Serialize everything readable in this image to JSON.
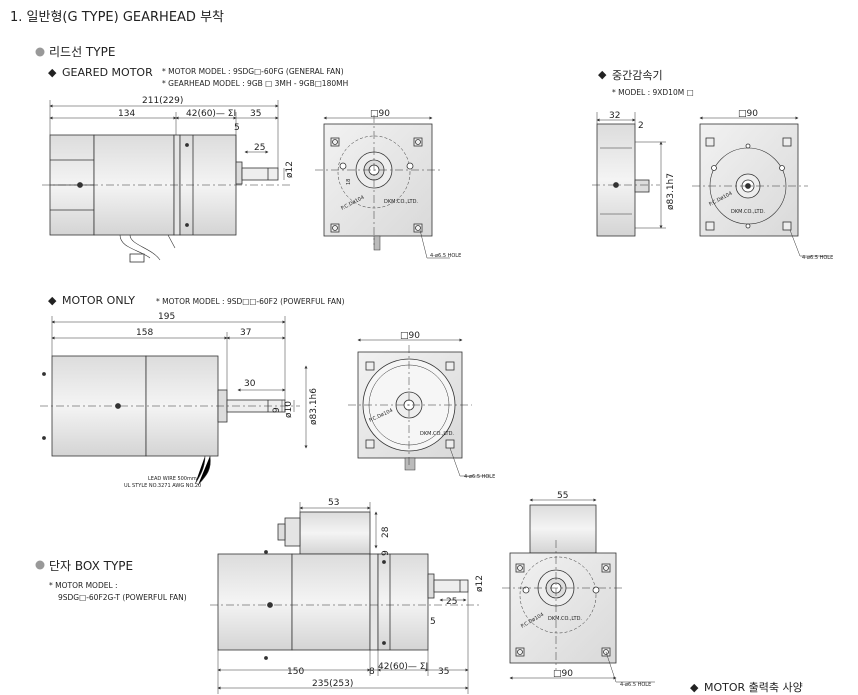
{
  "title": "1. 일반형(G TYPE) GEARHEAD 부착",
  "sections": {
    "lead_wire_type": "리드선 TYPE",
    "terminal_box_type": "단자 BOX TYPE",
    "motor_shaft_spec": "MOTOR 출력축 사양"
  },
  "geared_motor": {
    "label": "GEARED MOTOR",
    "motor_model": "* MOTOR MODEL : 9SDG□-60FG (GENERAL FAN)",
    "gearhead_model": "* GEARHEAD MODEL : 9GB □ 3MH - 9GB□180MH",
    "dims": {
      "total": "211(229)",
      "body": "134",
      "gear": "42(60)— ΣⅠ",
      "shaft": "35",
      "flange_gap": "5",
      "key": "25",
      "shaft_dia": "ø12",
      "key_h": "18",
      "square": "□90",
      "pcd": "P.C.Dø104",
      "hole": "4-ø6.5 HOLE"
    }
  },
  "intermediate_gear": {
    "label": "중간감속기",
    "model": "* MODEL : 9XD10M □",
    "dims": {
      "length": "32",
      "gap": "2",
      "pilot": "ø83.1h7",
      "square": "□90",
      "pcd": "P.C.Dø104",
      "hole": "4-ø6.5 HOLE"
    }
  },
  "motor_only": {
    "label": "MOTOR ONLY",
    "motor_model": "* MOTOR MODEL : 9SD□□-60F2 (POWERFUL FAN)",
    "dims": {
      "total": "195",
      "body": "158",
      "shaft_len": "37",
      "key": "30",
      "key_h": "9",
      "shaft_dia": "ø10",
      "pilot": "ø83.1h6",
      "square": "□90",
      "pcd": "P.C.Dø104",
      "hole": "4-ø6.5 HOLE"
    },
    "lead_note_1": "LEAD WIRE 500mm",
    "lead_note_2": "UL STYLE NO.3271 AWG NO.20"
  },
  "terminal_box": {
    "motor_model_label": "* MOTOR MODEL :",
    "motor_model": "9SDG□-60F2G-T (POWERFUL FAN)",
    "dims": {
      "box_w": "53",
      "box_h": "28",
      "box_gap": "9",
      "shaft_dia": "ø12",
      "key": "25",
      "flange_gap": "5",
      "body": "150",
      "spacer": "8",
      "gear": "42(60)— ΣⅠ",
      "shaft": "35",
      "total": "235(253)",
      "front_box": "55",
      "square": "□90",
      "pcd": "P.C.Dø104",
      "hole": "4-ø6.5 HOLE"
    }
  },
  "logo_text": "DKM.CO.,LTD."
}
